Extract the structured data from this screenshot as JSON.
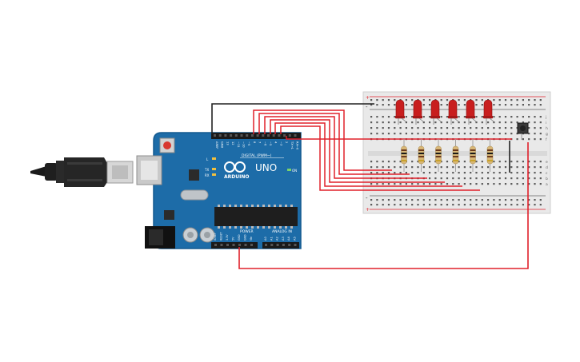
{
  "board": {
    "brand": "ARDUINO",
    "model": "UNO",
    "header_digital": "DIGITAL (PWM~)",
    "header_power": "POWER",
    "header_analog": "ANALOG IN",
    "tx_label": "TX",
    "rx_label": "RX",
    "l_label": "L",
    "on_label": "ON",
    "digital_pins": [
      "AREF",
      "GND",
      "13",
      "12",
      "~11",
      "~10",
      "~9",
      "8",
      "7",
      "~6",
      "~5",
      "4",
      "~3",
      "2",
      "TX→1",
      "RX←0"
    ],
    "power_pins": [
      "IOREF",
      "RESET",
      "3.3V",
      "5V",
      "GND",
      "GND",
      "Vin"
    ],
    "analog_pins": [
      "A0",
      "A1",
      "A2",
      "A3",
      "A4",
      "A5"
    ]
  },
  "breadboard": {
    "row_letters_top": [
      "j",
      "i",
      "h",
      "g",
      "f"
    ],
    "row_letters_bottom": [
      "e",
      "d",
      "c",
      "b",
      "a"
    ],
    "rail_plus": "+",
    "rail_minus": "-"
  },
  "components": {
    "led_count": 6,
    "resistor_count": 6,
    "led_color": "#c81e1e",
    "wire_red": "#e0202a",
    "wire_black": "#222222"
  }
}
